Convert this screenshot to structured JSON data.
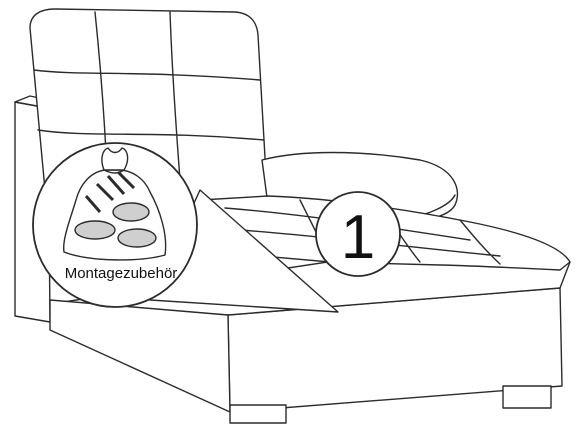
{
  "diagram": {
    "accessory_label": "Montagezubehör",
    "step_number": "1"
  },
  "icons": {
    "furniture": "chaise-longue-sofa-illustration",
    "bag": "hardware-bag-icon"
  },
  "colors": {
    "line": "#2b2b2b",
    "fill": "#ffffff",
    "hardware": "#cfcfcf"
  }
}
